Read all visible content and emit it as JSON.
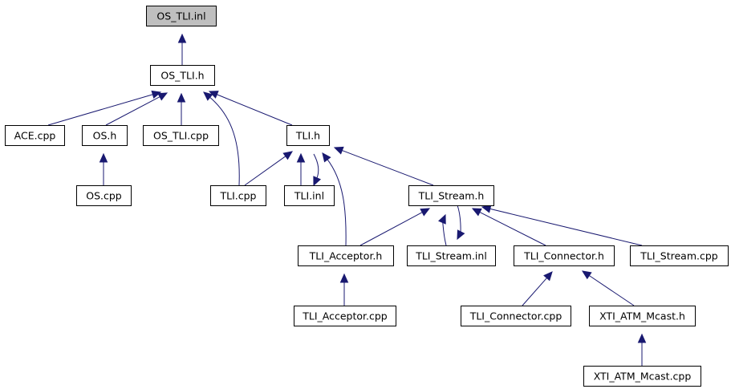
{
  "graph": {
    "nodes": [
      {
        "id": "os_tli_inl",
        "label": "OS_TLI.inl",
        "highlight": true
      },
      {
        "id": "os_tli_h",
        "label": "OS_TLI.h"
      },
      {
        "id": "ace_cpp",
        "label": "ACE.cpp"
      },
      {
        "id": "os_h",
        "label": "OS.h"
      },
      {
        "id": "os_tli_cpp",
        "label": "OS_TLI.cpp"
      },
      {
        "id": "tli_h",
        "label": "TLI.h"
      },
      {
        "id": "os_cpp",
        "label": "OS.cpp"
      },
      {
        "id": "tli_cpp",
        "label": "TLI.cpp"
      },
      {
        "id": "tli_inl",
        "label": "TLI.inl"
      },
      {
        "id": "tli_stream_h",
        "label": "TLI_Stream.h"
      },
      {
        "id": "tli_acceptor_h",
        "label": "TLI_Acceptor.h"
      },
      {
        "id": "tli_stream_inl",
        "label": "TLI_Stream.inl"
      },
      {
        "id": "tli_connector_h",
        "label": "TLI_Connector.h"
      },
      {
        "id": "tli_stream_cpp",
        "label": "TLI_Stream.cpp"
      },
      {
        "id": "tli_acceptor_cpp",
        "label": "TLI_Acceptor.cpp"
      },
      {
        "id": "tli_connector_cpp",
        "label": "TLI_Connector.cpp"
      },
      {
        "id": "xti_atm_mcast_h",
        "label": "XTI_ATM_Mcast.h"
      },
      {
        "id": "xti_atm_mcast_cpp",
        "label": "XTI_ATM_Mcast.cpp"
      }
    ],
    "edges": [
      {
        "from": "os_tli_h",
        "to": "os_tli_inl"
      },
      {
        "from": "ace_cpp",
        "to": "os_tli_h"
      },
      {
        "from": "os_h",
        "to": "os_tli_h"
      },
      {
        "from": "os_tli_cpp",
        "to": "os_tli_h"
      },
      {
        "from": "tli_cpp",
        "to": "os_tli_h"
      },
      {
        "from": "tli_h",
        "to": "os_tli_h"
      },
      {
        "from": "os_cpp",
        "to": "os_h"
      },
      {
        "from": "tli_cpp",
        "to": "tli_h"
      },
      {
        "from": "tli_inl",
        "to": "tli_h"
      },
      {
        "from": "tli_h",
        "to": "tli_inl"
      },
      {
        "from": "tli_acceptor_h",
        "to": "tli_h"
      },
      {
        "from": "tli_stream_h",
        "to": "tli_h"
      },
      {
        "from": "tli_acceptor_h",
        "to": "tli_stream_h"
      },
      {
        "from": "tli_stream_inl",
        "to": "tli_stream_h"
      },
      {
        "from": "tli_stream_h",
        "to": "tli_stream_inl"
      },
      {
        "from": "tli_connector_h",
        "to": "tli_stream_h"
      },
      {
        "from": "tli_stream_cpp",
        "to": "tli_stream_h"
      },
      {
        "from": "tli_acceptor_cpp",
        "to": "tli_acceptor_h"
      },
      {
        "from": "tli_connector_cpp",
        "to": "tli_connector_h"
      },
      {
        "from": "xti_atm_mcast_h",
        "to": "tli_connector_h"
      },
      {
        "from": "xti_atm_mcast_cpp",
        "to": "xti_atm_mcast_h"
      }
    ]
  },
  "colors": {
    "edge": "#191970",
    "root_fill": "#bfbfbf",
    "node_fill": "#ffffff",
    "node_stroke": "#000000"
  }
}
